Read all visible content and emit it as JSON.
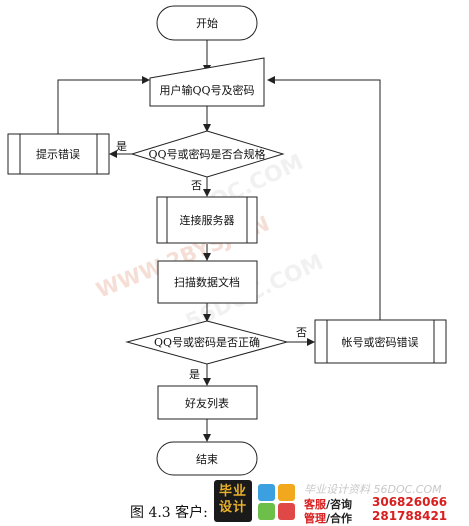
{
  "nodes": {
    "start": "开始",
    "input": "用户输QQ号及密码",
    "check_format": "QQ号或密码是否合规格",
    "hint_error": "提示错误",
    "connect": "连接服务器",
    "scan": "扫描数据文档",
    "check_correct": "QQ号或密码是否正确",
    "account_error": "帐号或密码错误",
    "friends": "好友列表",
    "end": "结束"
  },
  "edges": {
    "format_yes": "是",
    "format_no": "否",
    "correct_no": "否",
    "correct_yes": "是"
  },
  "caption": "图 4.3 客户:",
  "watermarks": [
    "56DOC.COM",
    "WWW.2BYSJ.CN",
    "56DOC.COM"
  ],
  "banner": {
    "logo": "毕业设计",
    "line1": "毕业设计资料 56DOC.COM",
    "line2_label": "客服",
    "line2_sep": "/咨询",
    "line2_number": "306826066",
    "line3_label": "管理",
    "line3_sep": "/合作",
    "line3_number": "281788421"
  }
}
